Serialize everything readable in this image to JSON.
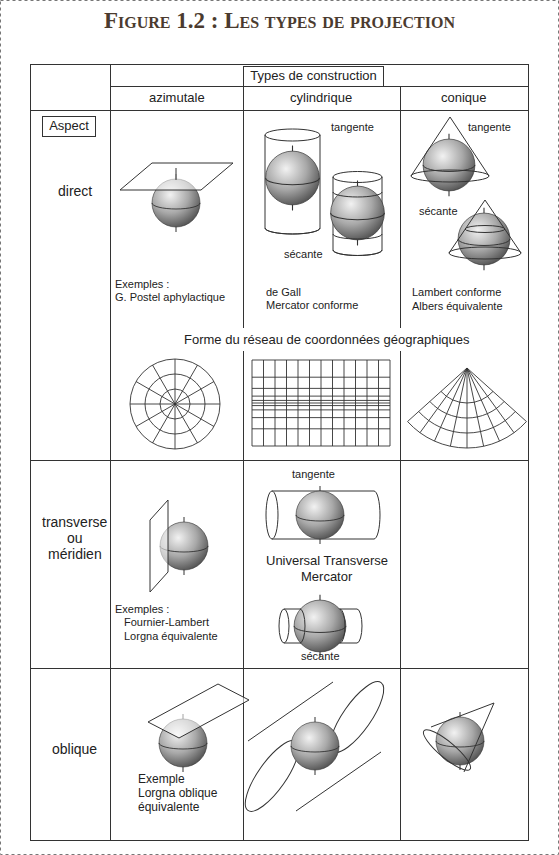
{
  "diagram": {
    "title": "Figure 1.2 : Les types de projection",
    "nodes": [
      {
        "text": [
          "Types de construction"
        ]
      },
      {
        "text": [
          "Aspect"
        ]
      }
    ],
    "labels": [
      "azimutale",
      "cylindrique",
      "conique",
      "direct",
      "tangente",
      "tangente",
      "sécante",
      "sécante",
      "Exemples :",
      "G. Postel aphylactique",
      "de Gall",
      "Mercator conforme",
      "Lambert conforme",
      "Albers équivalente",
      "Forme du réseau de coordonnées géographiques",
      "transverse",
      "ou",
      "méridien",
      "tangente",
      "Universal Transverse",
      "Mercator",
      "sécante",
      "Exemples :",
      "Fournier-Lambert",
      "Lorgna équivalente",
      "oblique",
      "Exemple",
      "Lorgna oblique",
      "équivalente"
    ]
  }
}
